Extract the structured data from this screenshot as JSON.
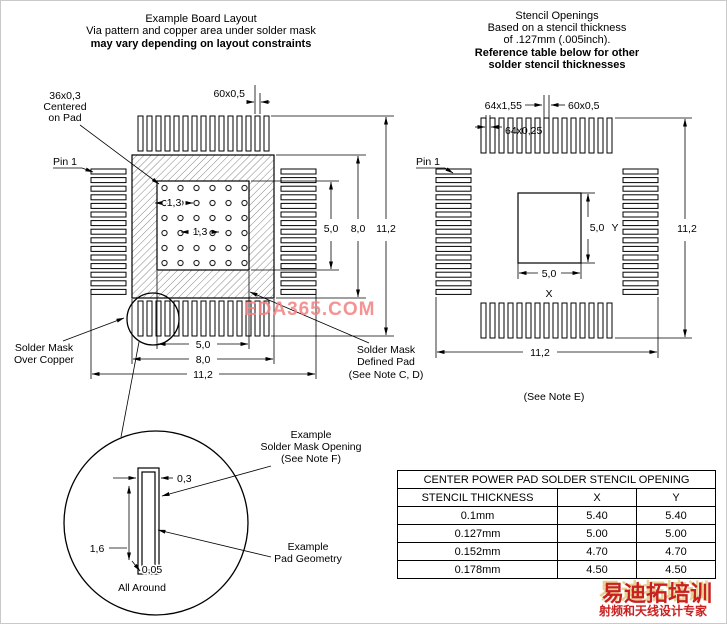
{
  "titles": {
    "left": [
      "Example Board Layout",
      "Via pattern and copper area under solder mask",
      "may vary depending on layout constraints"
    ],
    "right": [
      "Stencil Openings",
      "Based on a stencil thickness",
      "of .127mm (.005inch).",
      "Reference table below for other",
      "solder stencil thicknesses"
    ]
  },
  "board": {
    "pin1": "Pin 1",
    "via_note": [
      "36x0,3",
      "Centered",
      "on Pad"
    ],
    "pad_dim": "60x0,5",
    "via_pitch_a": "1,3",
    "via_pitch_b": "1,3",
    "dims_vertical": [
      "5,0",
      "8,0",
      "11,2"
    ],
    "dims_horizontal": [
      "5,0",
      "8,0",
      "11,2"
    ],
    "mask_note": [
      "Solder Mask",
      "Over Copper"
    ],
    "smd_note": [
      "Solder Mask",
      "Defined Pad",
      "(See Note C, D)"
    ]
  },
  "stencil": {
    "pin1": "Pin 1",
    "dim_a": "64x1,55",
    "dim_b": "60x0,5",
    "dim_c": "64x0,25",
    "dim_y": "5,0",
    "dim_x": "5,0",
    "axis_x": "X",
    "axis_y": "Y",
    "dim_height": "11,2",
    "dim_width": "11,2",
    "note": "(See Note E)"
  },
  "detail": {
    "dim_width": "0,3",
    "dim_length": "1,6",
    "dim_clearance": "0,05",
    "all_around": "All Around",
    "mask_note": [
      "Example",
      "Solder Mask Opening",
      "(See Note F)"
    ],
    "pad_note": [
      "Example",
      "Pad Geometry"
    ]
  },
  "table": {
    "title": "CENTER POWER PAD SOLDER STENCIL OPENING",
    "headers": [
      "STENCIL THICKNESS",
      "X",
      "Y"
    ],
    "rows": [
      [
        "0.1mm",
        "5.40",
        "5.40"
      ],
      [
        "0.127mm",
        "5.00",
        "5.00"
      ],
      [
        "0.152mm",
        "4.70",
        "4.70"
      ],
      [
        "0.178mm",
        "4.50",
        "4.50"
      ]
    ]
  },
  "watermarks": {
    "center": "EDA365.COM",
    "brand": "易迪拓培训",
    "tagline": "射频和天线设计专家"
  }
}
